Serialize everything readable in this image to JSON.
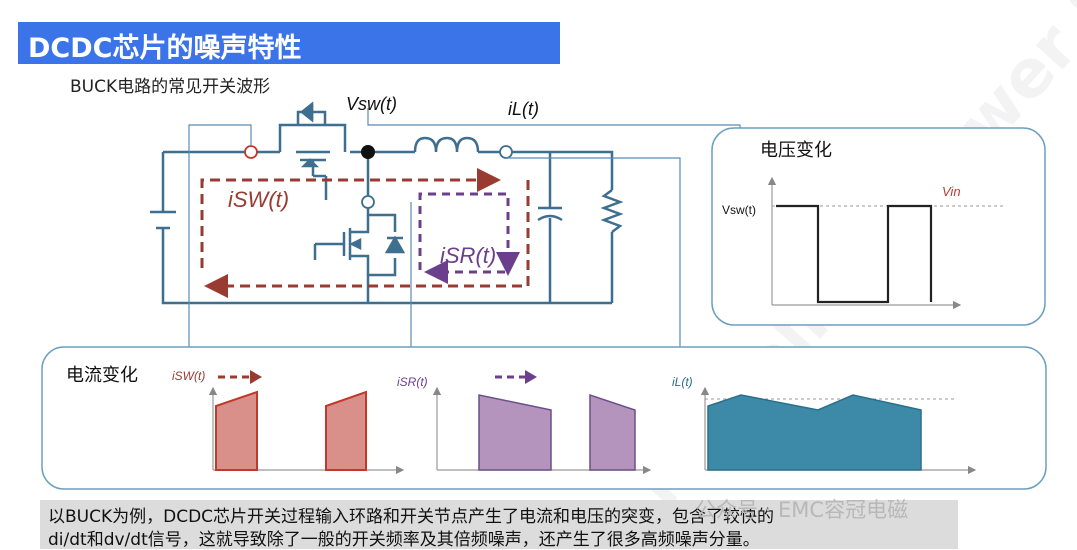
{
  "title": "DCDC芯片的噪声特性",
  "subtitle": "BUCK电路的常见开关波形",
  "circuit": {
    "vsw_label": "Vsw(t)",
    "il_label": "iL(t)",
    "isw_label": "iSW(t)",
    "isr_label": "iSR(t)",
    "colors": {
      "wire": "#3f6f8f",
      "isw_arrow": "#9a3b32",
      "isr_arrow": "#6b3f8c"
    }
  },
  "voltage_panel": {
    "title": "电压变化",
    "ylabel": "Vsw(t)",
    "level_label": "Vin"
  },
  "current_panel": {
    "title": "电流变化",
    "plots": [
      {
        "label": "iSW(t)",
        "fill": "#d9908a",
        "stroke": "#c0392b"
      },
      {
        "label": "iSR(t)",
        "fill": "#b493bd",
        "stroke": "#6b4f8a"
      },
      {
        "label": "iL(t)",
        "fill": "#3c8aa8",
        "stroke": "#2a6f8a"
      }
    ]
  },
  "caption": {
    "line1": "以BUCK为例，DCDC芯片开关过程输入环路和开关节点产生了电流和电压的突变，包含了较快的",
    "line2": "di/dt和dv/dt信号，这就导致除了一般的开关频率及其倍频噪声，还产生了很多高频噪声分量。"
  },
  "wechat_watermark": "公众号 · EMC容冠电磁",
  "brand_watermark": "MonolithicPower Systems"
}
